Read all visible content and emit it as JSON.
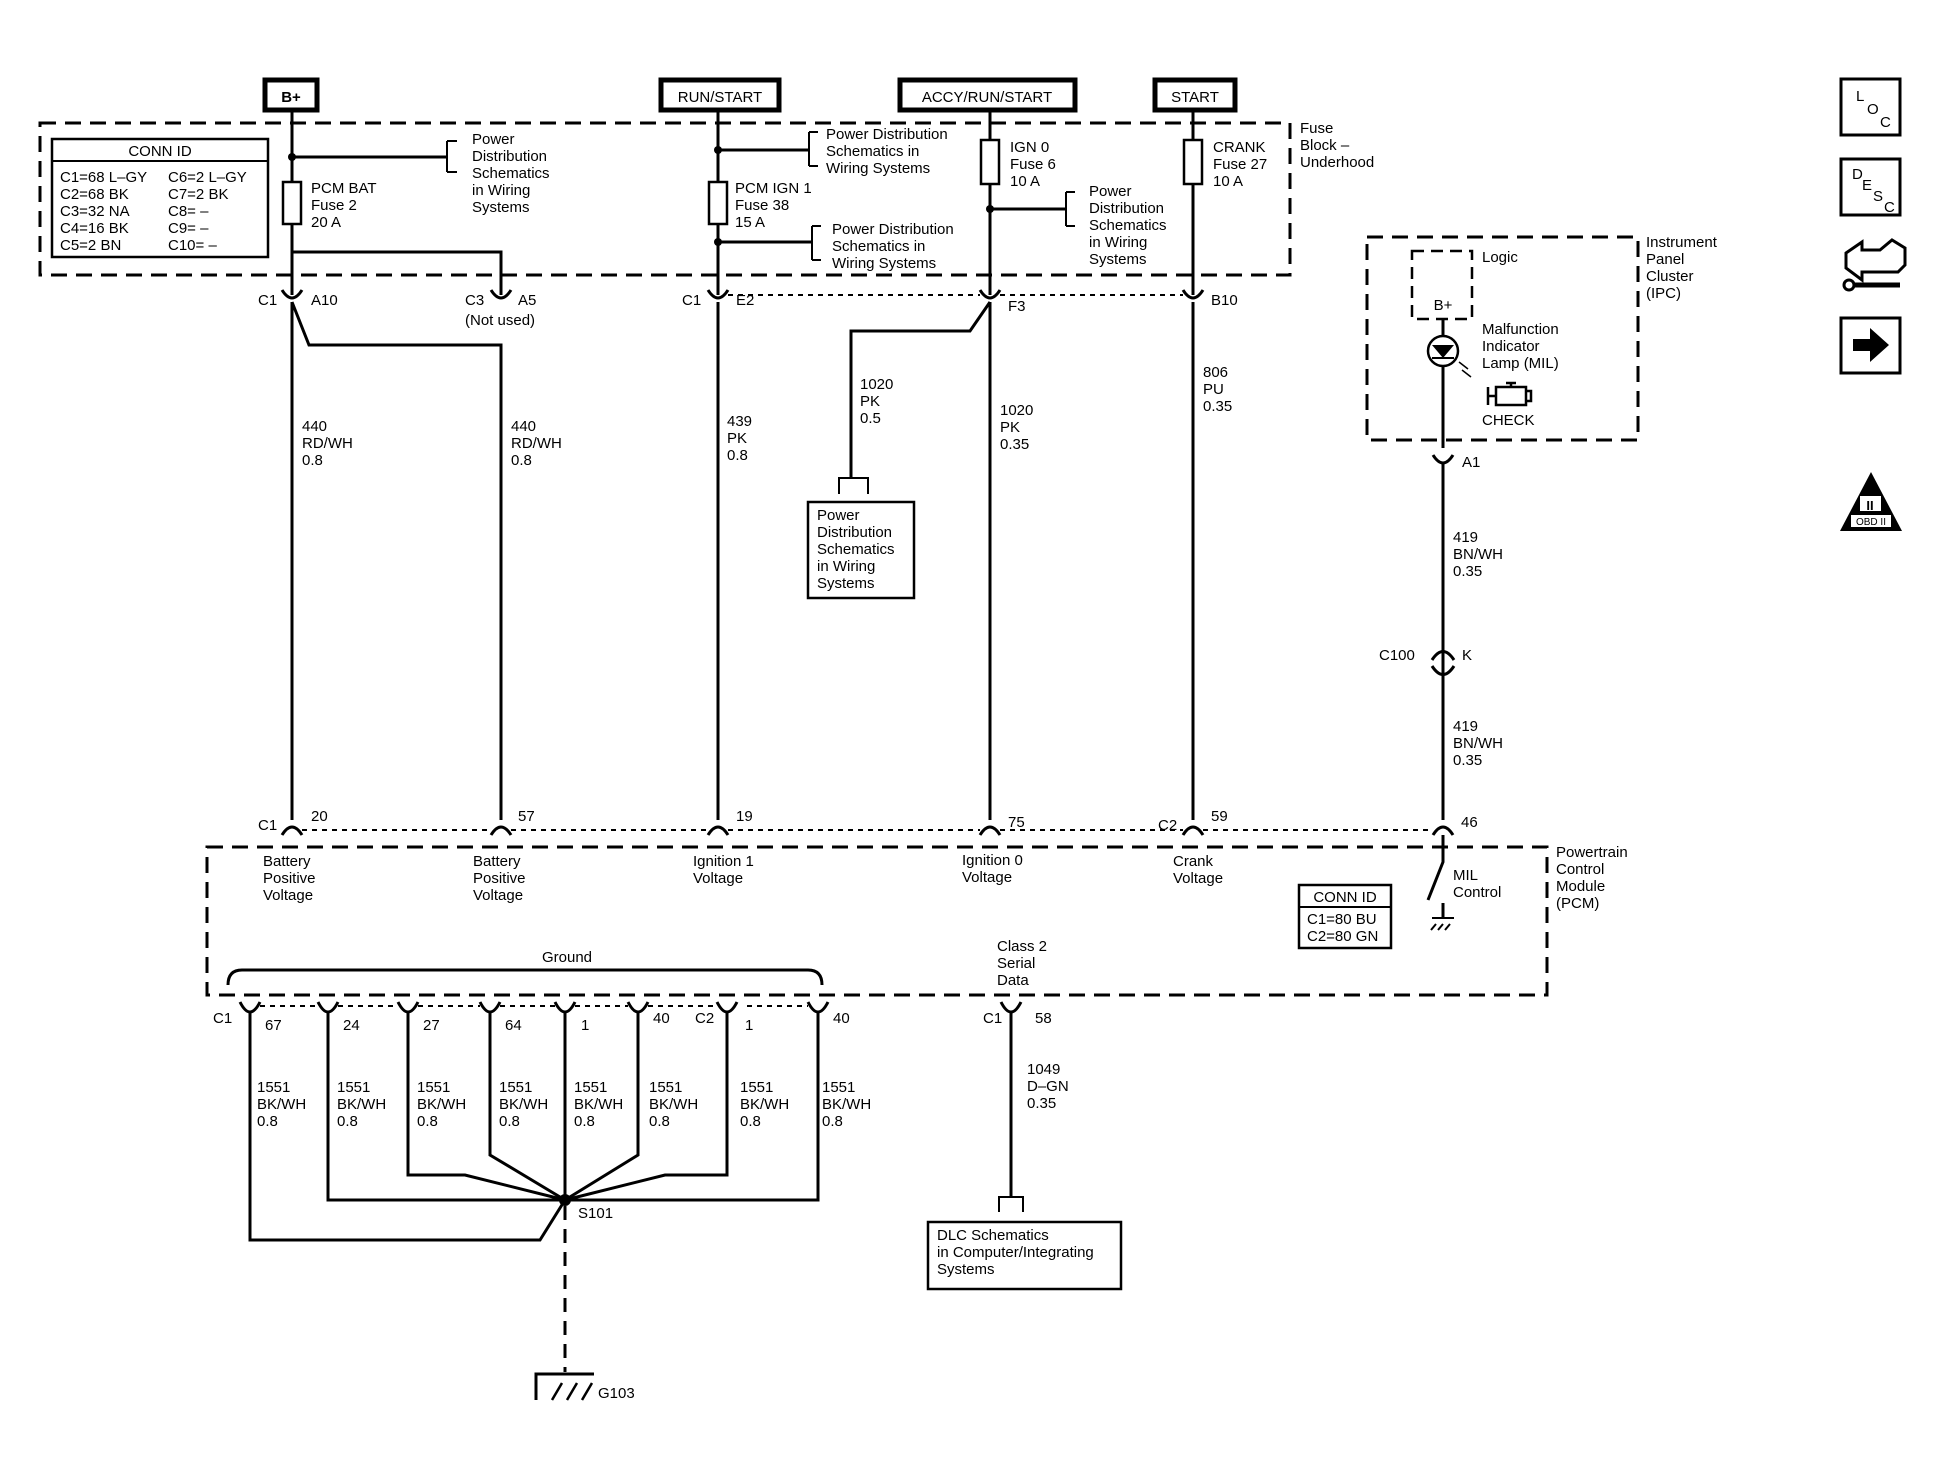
{
  "power_sources": {
    "bplus": "B+",
    "run_start": "RUN/START",
    "accy_run_start": "ACCY/RUN/START",
    "start": "START"
  },
  "fuse_block": {
    "label": [
      "Fuse",
      "Block –",
      "Underhood"
    ],
    "conn_id_title": "CONN ID",
    "conn_id_rows": [
      [
        "C1=68 L–GY",
        "C6=2 L–GY"
      ],
      [
        "C2=68 BK",
        "C7=2 BK"
      ],
      [
        "C3=32 NA",
        "C8= –"
      ],
      [
        "C4=16 BK",
        "C9= –"
      ],
      [
        "C5=2 BN",
        "C10= –"
      ]
    ],
    "fuses": {
      "pcm_bat": [
        "PCM BAT",
        "Fuse 2",
        "20 A"
      ],
      "pcm_ign1": [
        "PCM IGN 1",
        "Fuse 38",
        "15 A"
      ],
      "ign0": [
        "IGN 0",
        "Fuse 6",
        "10 A"
      ],
      "crank": [
        "CRANK",
        "Fuse 27",
        "10 A"
      ]
    }
  },
  "ref_pds_4line": [
    "Power",
    "Distribution",
    "Schematics",
    "in Wiring",
    "Systems"
  ],
  "ref_pds_3line": [
    "Power Distribution",
    "Schematics in",
    "Wiring Systems"
  ],
  "ref_dlc": [
    "DLC Schematics",
    "in Computer/Integrating",
    "Systems"
  ],
  "fuse_conn": {
    "c1": "C1",
    "a10": "A10",
    "c3": "C3",
    "a5": "A5",
    "not_used": "(Not used)",
    "c1b": "C1",
    "e2": "E2",
    "f3": "F3",
    "b10": "B10"
  },
  "wires": {
    "w440a": [
      "440",
      "RD/WH",
      "0.8"
    ],
    "w440b": [
      "440",
      "RD/WH",
      "0.8"
    ],
    "w439": [
      "439",
      "PK",
      "0.8"
    ],
    "w1020a": [
      "1020",
      "PK",
      "0.5"
    ],
    "w1020b": [
      "1020",
      "PK",
      "0.35"
    ],
    "w806": [
      "806",
      "PU",
      "0.35"
    ],
    "w419a": [
      "419",
      "BN/WH",
      "0.35"
    ],
    "w419b": [
      "419",
      "BN/WH",
      "0.35"
    ],
    "w1049": [
      "1049",
      "D–GN",
      "0.35"
    ],
    "w1551": [
      "1551",
      "BK/WH",
      "0.8"
    ]
  },
  "ipc": {
    "label": [
      "Instrument",
      "Panel",
      "Cluster",
      "(IPC)"
    ],
    "logic": "Logic",
    "bplus": "B+",
    "mil": [
      "Malfunction",
      "Indicator",
      "Lamp (MIL)"
    ],
    "check": "CHECK",
    "a1": "A1"
  },
  "c100": {
    "name": "C100",
    "pin": "K"
  },
  "pcm": {
    "label": [
      "Powertrain",
      "Control",
      "Module",
      "(PCM)"
    ],
    "top_pins": {
      "c1": "C1",
      "p20": "20",
      "p57": "57",
      "p19": "19",
      "p75": "75",
      "c2": "C2",
      "p59": "59",
      "p46": "46"
    },
    "inputs": {
      "batt1": [
        "Battery",
        "Positive",
        "Voltage"
      ],
      "batt2": [
        "Battery",
        "Positive",
        "Voltage"
      ],
      "ign1": [
        "Ignition 1",
        "Voltage"
      ],
      "ign0": [
        "Ignition 0",
        "Voltage"
      ],
      "crank": [
        "Crank",
        "Voltage"
      ],
      "mil": [
        "MIL",
        "Control"
      ]
    },
    "conn_id_title": "CONN ID",
    "conn_id_rows": [
      "C1=80 BU",
      "C2=80 GN"
    ],
    "ground": "Ground",
    "class2": [
      "Class 2",
      "Serial",
      "Data"
    ],
    "bottom": {
      "c1": "C1",
      "p67": "67",
      "p24": "24",
      "p27": "27",
      "p64": "64",
      "p1": "1",
      "p40": "40",
      "c2": "C2",
      "p1b": "1",
      "p40b": "40",
      "c1b": "C1",
      "p58": "58"
    }
  },
  "splice": "S101",
  "ground_point": "G103",
  "side_icons": {
    "loc": [
      "L",
      "O",
      "C"
    ],
    "desc": [
      "D",
      "E",
      "S",
      "C"
    ],
    "obd_label": "OBD II",
    "obd_mark": "II"
  }
}
